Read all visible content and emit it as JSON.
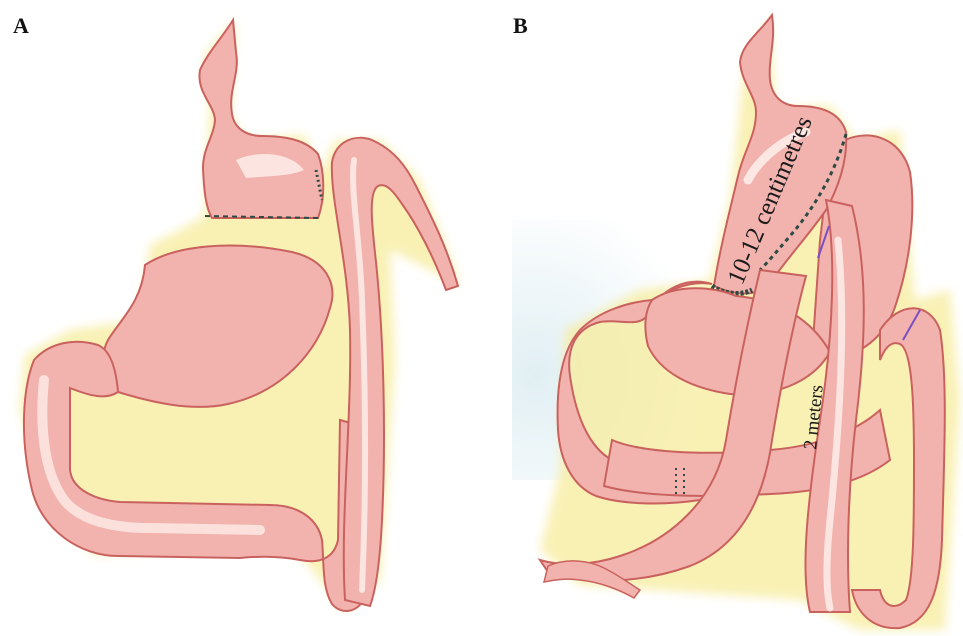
{
  "panels": [
    {
      "letter": "A"
    },
    {
      "letter": "B"
    }
  ],
  "annotations": {
    "pouch_length": "10-12 centimetres",
    "limb_length": "2 meters"
  },
  "colors": {
    "organ_fill": "#f2b3ae",
    "organ_shade": "#e0908c",
    "organ_outline": "#c9625e",
    "highlight": "#fff4f0",
    "halo": "#f7ec9c",
    "staple_line": "#2e4a44",
    "incision": "#7a4fc4",
    "background_wash": "#dfeef3"
  }
}
